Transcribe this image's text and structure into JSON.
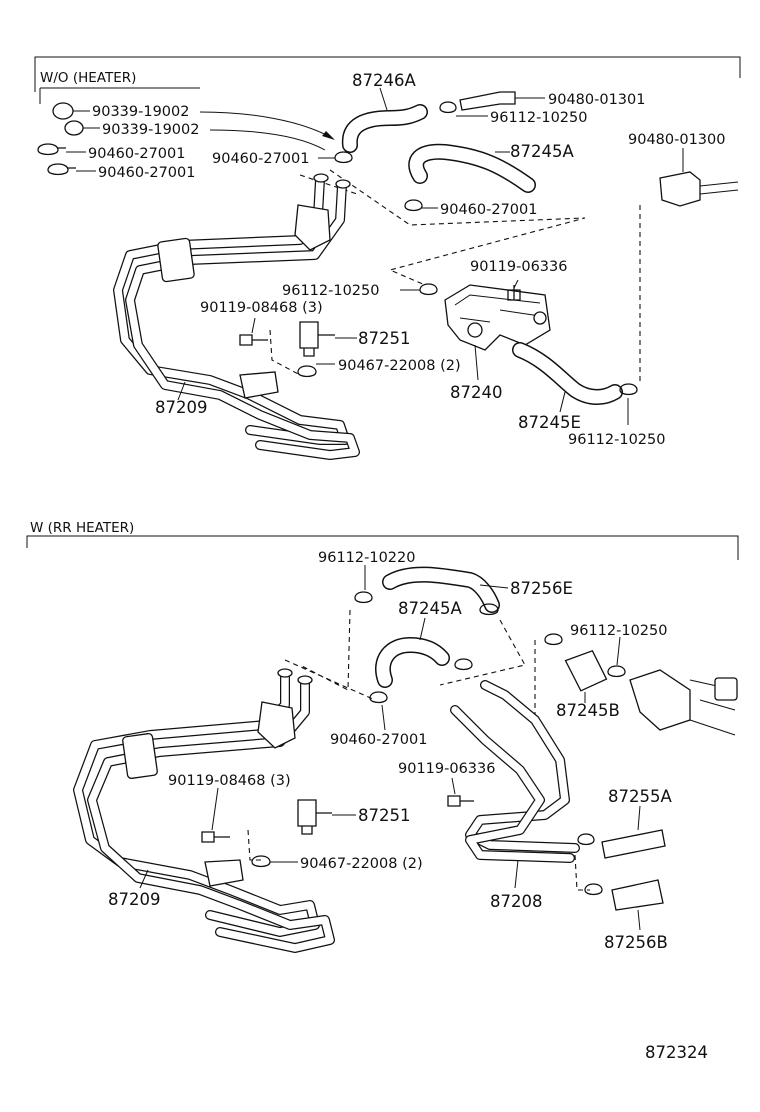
{
  "sections": {
    "top": "W/O (HEATER)",
    "bottom": "W (RR  HEATER)"
  },
  "top_labels": {
    "p87246A": "87246A",
    "p90480_01301": "90480-01301",
    "p96112_10250_a": "96112-10250",
    "p90339_19002_a": "90339-19002",
    "p90339_19002_b": "90339-19002",
    "p90460_27001_a": "90460-27001",
    "p90460_27001_b": "90460-27001",
    "p90460_27001_c": "90460-27001",
    "p87245A": "87245A",
    "p90480_01300": "90480-01300",
    "p90460_27001_d": "90460-27001",
    "p90119_06336": "90119-06336",
    "p96112_10250_b": "96112-10250",
    "p90119_08468": "90119-08468 (3)",
    "p87251": "87251",
    "p90467_22008": "90467-22008 (2)",
    "p87240": "87240",
    "p87209": "87209",
    "p87245E": "87245E",
    "p96112_10250_c": "96112-10250"
  },
  "bottom_labels": {
    "p96112_10220": "96112-10220",
    "p87256E": "87256E",
    "p87245A": "87245A",
    "p96112_10250": "96112-10250",
    "p87245B": "87245B",
    "p90460_27001": "90460-27001",
    "p90119_06336": "90119-06336",
    "p87255A": "87255A",
    "p90119_08468": "90119-08468 (3)",
    "p87251": "87251",
    "p90467_22008": "90467-22008 (2)",
    "p87209": "87209",
    "p87208": "87208",
    "p87256B": "87256B"
  },
  "diagram_number": "872324"
}
